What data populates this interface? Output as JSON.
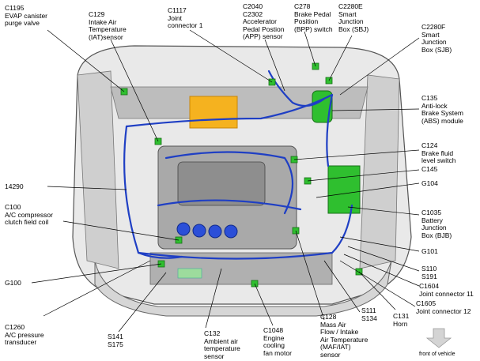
{
  "labels": {
    "c1195": "C1195\nEVAP canister\npurge valve",
    "c129": "C129\nIntake Air\nTemperature\n(IAT)sensor",
    "c1117": "C1117\nJoint\nconnector 1",
    "c2040": "C2040\nC2302\nAccelerator\nPedal Postion\n(APP) sensor",
    "c278": "C278\nBrake Pedal\nPosition\n(BPP) switch",
    "c2280e": "C2280E\nSmart\nJunction\nBox (SBJ)",
    "c2280f": "C2280F\nSmart\nJunction\nBox (SJB)",
    "c135": "C135\nAnti-lock\nBrake System\n(ABS) module",
    "c124": "C124\nBrake fluid\nlevel switch",
    "c145": "C145",
    "g104": "G104",
    "c1035": "C1035\nBattery\nJunction\nBox (BJB)",
    "n14290": "14290",
    "c100": "C100\nA/C compressor\nclutch field coil",
    "g101": "G101",
    "s110": "S110\nS191",
    "c1604": "C1604\nJoint connector 11",
    "c1605": "C1605\nJoint connector 12",
    "g100": "G100",
    "c131": "C131\nHorn",
    "s111": "S111\nS134",
    "c128": "C128\nMass Air\nFlow / Intake\nAir Temperature\n(MAF/IAT)\nsensor",
    "c1048": "C1048\nEngine\ncooling\nfan motor",
    "c132": "C132\nAmbient air\ntemperature\nsensor",
    "s141": "S141\nS175",
    "c1260": "C1260\nA/C pressure\ntransducer",
    "front": "front of vehicle"
  },
  "colors": {
    "harness": "#1f3fc4",
    "connector": "#2fbf2f",
    "component": "#f5b21f",
    "body": "#c8c8c8",
    "leader": "#000000"
  }
}
